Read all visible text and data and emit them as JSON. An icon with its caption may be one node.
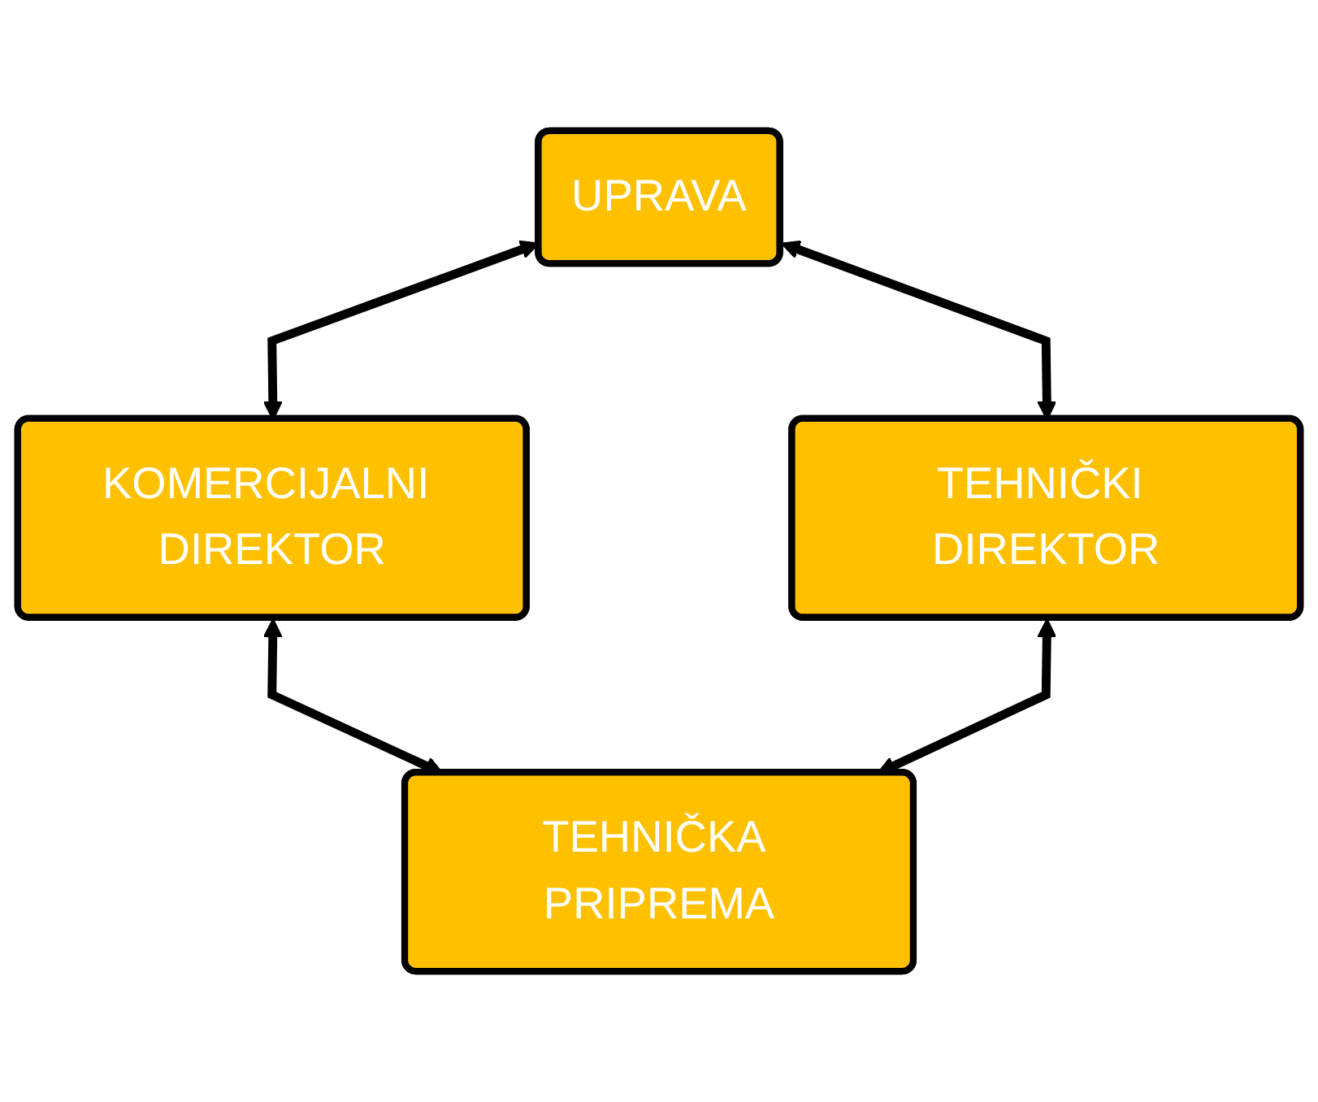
{
  "diagram": {
    "nodes": [
      {
        "text": [
          "UPRAVA"
        ]
      },
      {
        "text": [
          "KOMERCIJALNI DIREKTOR"
        ]
      },
      {
        "text": [
          "TEHNIČKI DIREKTOR"
        ]
      },
      {
        "text": [
          "TEHNIČKA PRIPREMA"
        ]
      }
    ],
    "edges": [
      {
        "from": 0,
        "to": 1,
        "arrow": "both"
      },
      {
        "from": 0,
        "to": 2,
        "arrow": "both"
      },
      {
        "from": 1,
        "to": 3,
        "arrow": "both"
      },
      {
        "from": 2,
        "to": 3,
        "arrow": "both"
      }
    ]
  }
}
